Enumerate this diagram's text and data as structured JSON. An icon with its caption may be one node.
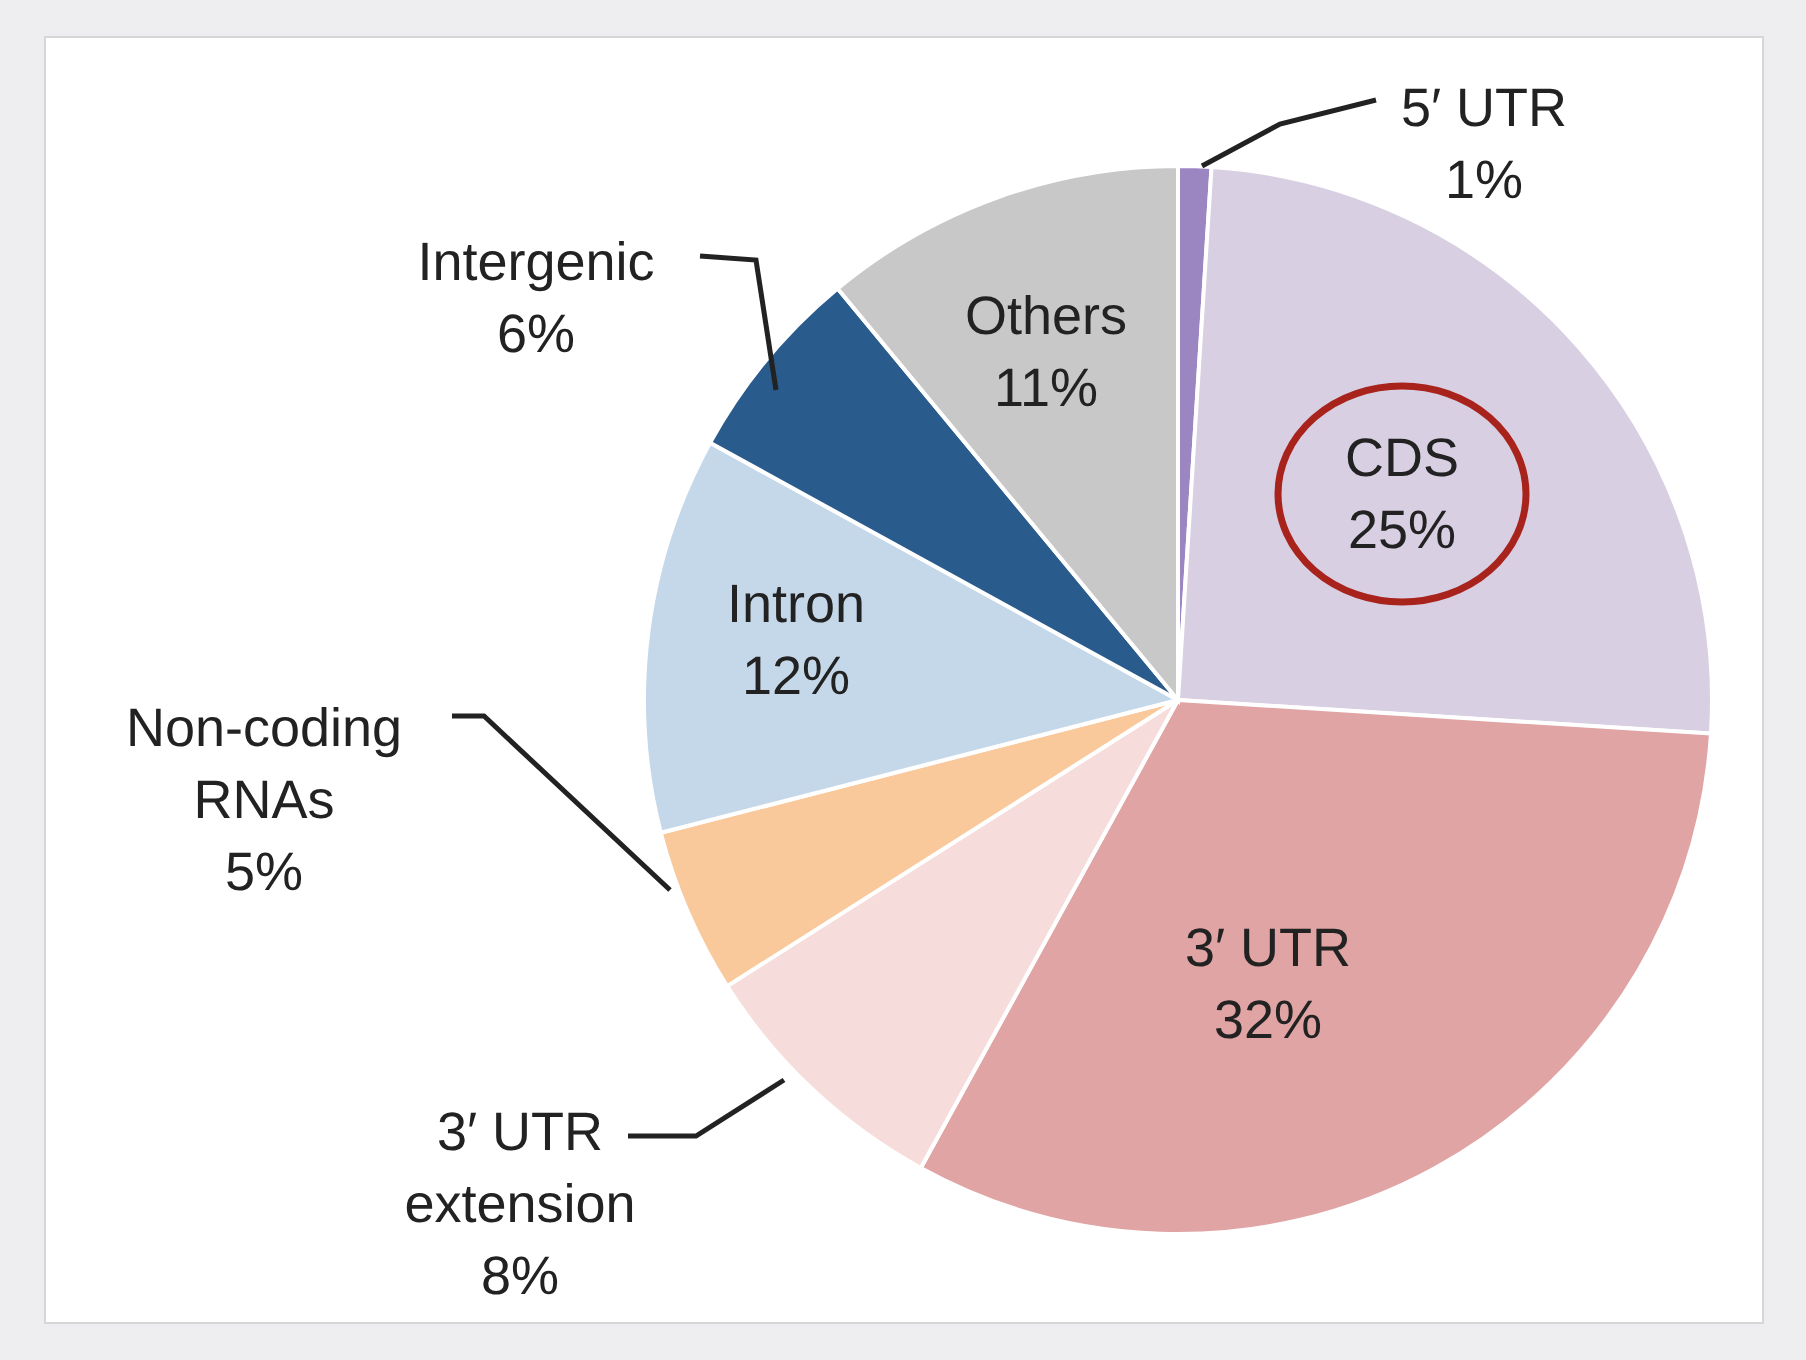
{
  "diagram": {
    "chart_data": {
      "type": "pie",
      "categories": [
        "5′ UTR",
        "CDS",
        "3′ UTR",
        "3′ UTR extension",
        "Non-coding RNAs",
        "Intron",
        "Intergenic",
        "Others"
      ],
      "values": [
        1,
        25,
        32,
        8,
        5,
        12,
        6,
        11
      ],
      "colors": [
        "#9b86c2",
        "#d8cfe3",
        "#dfa4a3",
        "#f6dcdb",
        "#f9c99c",
        "#c5d8ea",
        "#2a5b8d",
        "#c8c8c8"
      ],
      "value_labels": [
        "1%",
        "25%",
        "32%",
        "8%",
        "5%",
        "12%",
        "6%",
        "11%"
      ]
    }
  }
}
